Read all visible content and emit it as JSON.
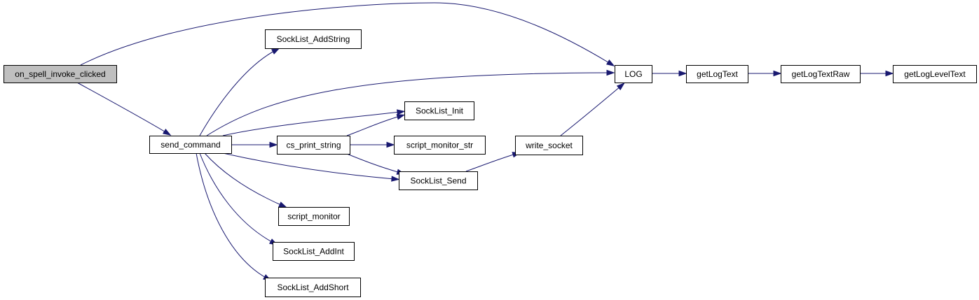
{
  "diagram": {
    "type": "call-graph",
    "colors": {
      "edge": "#191970",
      "root_fill": "#bfbfbf",
      "node_fill": "#ffffff",
      "node_border": "#000000"
    },
    "nodes": [
      {
        "id": "on_spell_invoke_clicked",
        "label": "on_spell_invoke_clicked",
        "root": true
      },
      {
        "id": "send_command",
        "label": "send_command"
      },
      {
        "id": "LOG",
        "label": "LOG"
      },
      {
        "id": "SockList_AddString",
        "label": "SockList_AddString"
      },
      {
        "id": "SockList_Init",
        "label": "SockList_Init"
      },
      {
        "id": "cs_print_string",
        "label": "cs_print_string"
      },
      {
        "id": "script_monitor_str",
        "label": "script_monitor_str"
      },
      {
        "id": "SockList_Send",
        "label": "SockList_Send"
      },
      {
        "id": "script_monitor",
        "label": "script_monitor"
      },
      {
        "id": "SockList_AddInt",
        "label": "SockList_AddInt"
      },
      {
        "id": "SockList_AddShort",
        "label": "SockList_AddShort"
      },
      {
        "id": "write_socket",
        "label": "write_socket"
      },
      {
        "id": "getLogText",
        "label": "getLogText"
      },
      {
        "id": "getLogTextRaw",
        "label": "getLogTextRaw"
      },
      {
        "id": "getLogLevelText",
        "label": "getLogLevelText"
      }
    ],
    "edges": [
      {
        "from": "on_spell_invoke_clicked",
        "to": "LOG"
      },
      {
        "from": "on_spell_invoke_clicked",
        "to": "send_command"
      },
      {
        "from": "send_command",
        "to": "SockList_AddString"
      },
      {
        "from": "send_command",
        "to": "LOG"
      },
      {
        "from": "send_command",
        "to": "SockList_Init"
      },
      {
        "from": "send_command",
        "to": "cs_print_string"
      },
      {
        "from": "send_command",
        "to": "SockList_Send"
      },
      {
        "from": "send_command",
        "to": "script_monitor"
      },
      {
        "from": "send_command",
        "to": "SockList_AddInt"
      },
      {
        "from": "send_command",
        "to": "SockList_AddShort"
      },
      {
        "from": "cs_print_string",
        "to": "SockList_Init"
      },
      {
        "from": "cs_print_string",
        "to": "script_monitor_str"
      },
      {
        "from": "cs_print_string",
        "to": "SockList_Send"
      },
      {
        "from": "SockList_Send",
        "to": "write_socket"
      },
      {
        "from": "write_socket",
        "to": "LOG"
      },
      {
        "from": "LOG",
        "to": "getLogText"
      },
      {
        "from": "getLogText",
        "to": "getLogTextRaw"
      },
      {
        "from": "getLogTextRaw",
        "to": "getLogLevelText"
      }
    ]
  }
}
